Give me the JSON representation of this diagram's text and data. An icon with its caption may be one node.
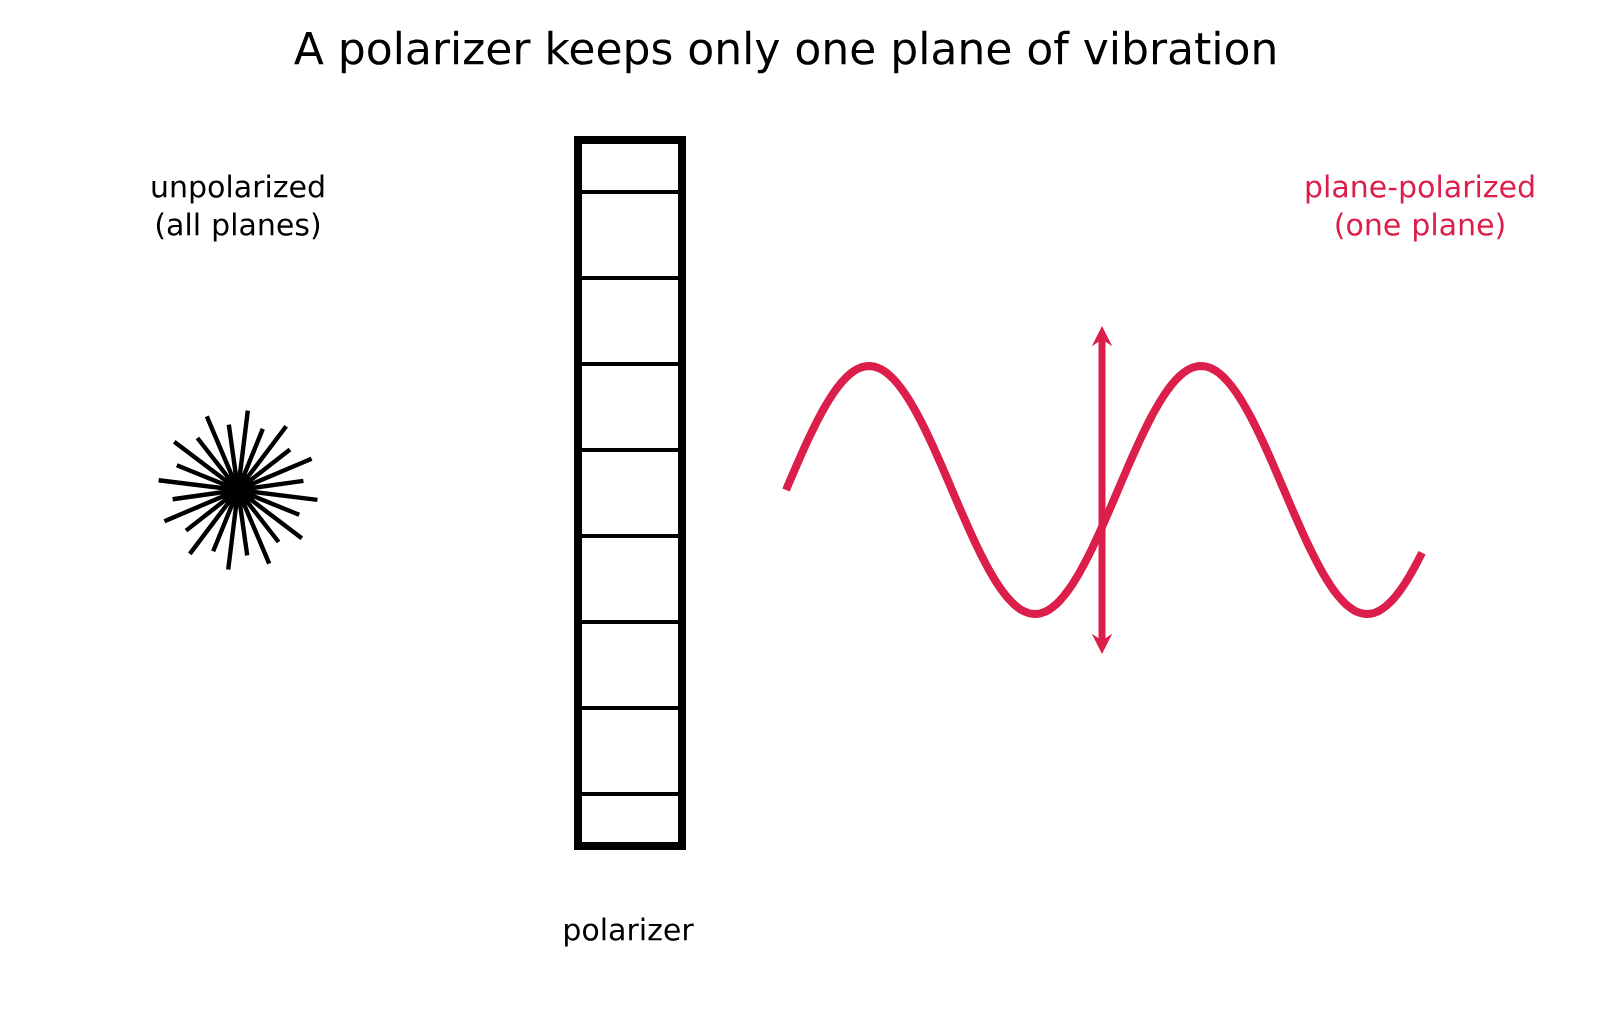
{
  "diagram": {
    "title": "A polarizer keeps only one plane of vibration",
    "labels": [
      "unpolarized (all planes)",
      "plane-polarized (one plane)",
      "polarizer"
    ]
  }
}
